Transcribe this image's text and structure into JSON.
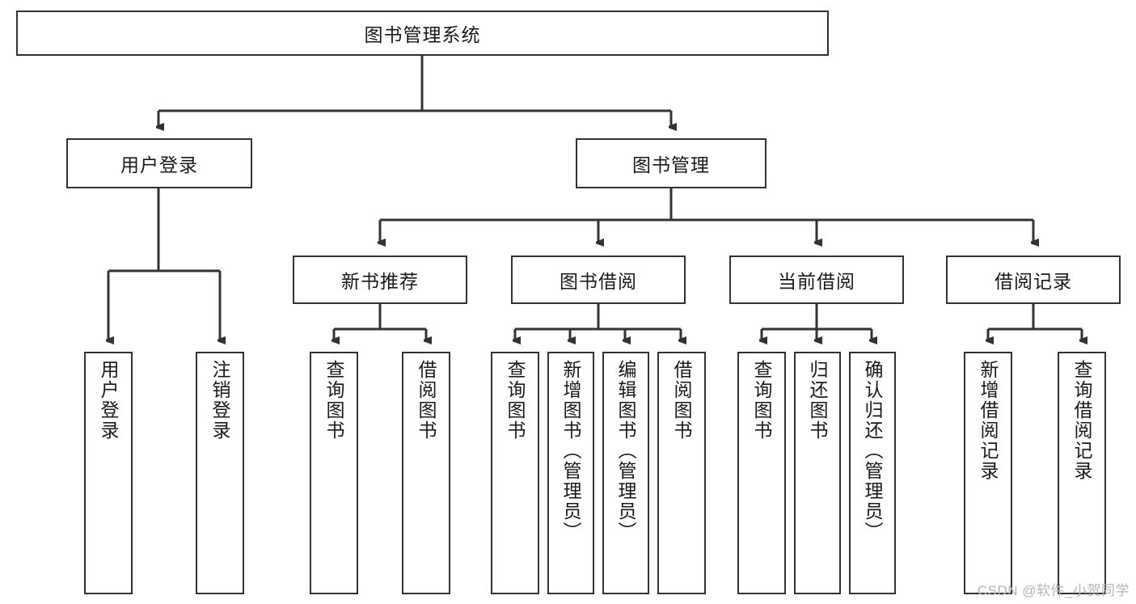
{
  "diagram": {
    "type": "tree-hierarchy-chart",
    "title": "图书管理系统",
    "orientation": "top-down",
    "box_fill": "#ffffff",
    "box_stroke": "#333333",
    "edge_color": "#333333",
    "text_color": "#1a1a1a"
  },
  "root": {
    "label": "图书管理系统"
  },
  "level2": [
    {
      "label": "用户登录"
    },
    {
      "label": "图书管理"
    }
  ],
  "level3": [
    {
      "label": "新书推荐"
    },
    {
      "label": "图书借阅"
    },
    {
      "label": "当前借阅"
    },
    {
      "label": "借阅记录"
    }
  ],
  "leaves": {
    "user_login": [
      {
        "label": "用户登录"
      },
      {
        "label": "注销登录"
      }
    ],
    "new_book_recommend": [
      {
        "label": "查询图书"
      },
      {
        "label": "借阅图书"
      }
    ],
    "book_borrow": [
      {
        "label": "查询图书"
      },
      {
        "label": "新增图书（管理员）"
      },
      {
        "label": "编辑图书（管理员）"
      },
      {
        "label": "借阅图书"
      }
    ],
    "current_borrow": [
      {
        "label": "查询图书"
      },
      {
        "label": "归还图书"
      },
      {
        "label": "确认归还（管理员）"
      }
    ],
    "borrow_record": [
      {
        "label": "新增借阅记录"
      },
      {
        "label": "查询借阅记录"
      }
    ]
  },
  "watermark": {
    "text": "CSDN @软件_小贺同学"
  }
}
